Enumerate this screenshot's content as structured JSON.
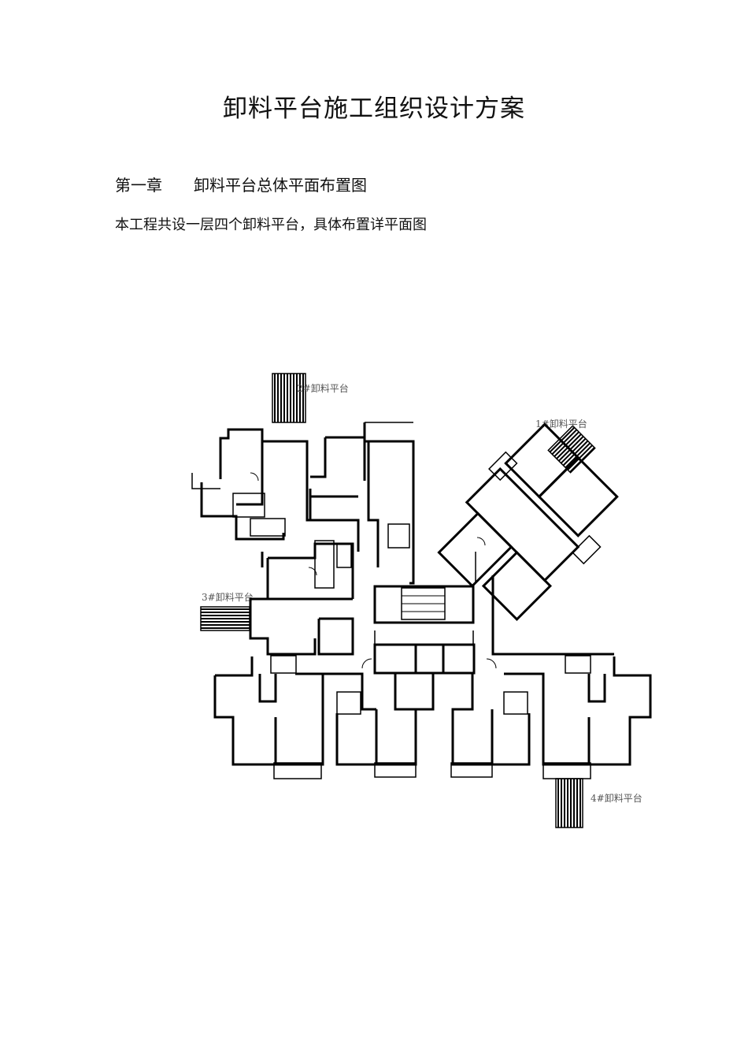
{
  "document": {
    "title": "卸料平台施工组织设计方案",
    "chapter_number": "第一章",
    "chapter_title": "卸料平台总体平面布置图",
    "body": "本工程共设一层四个卸料平台，具体布置详平面图"
  },
  "floor_plan": {
    "platform_labels": [
      "2#卸料平台",
      "1#卸料平台",
      "3#卸料平台",
      "4#卸料平台"
    ]
  }
}
